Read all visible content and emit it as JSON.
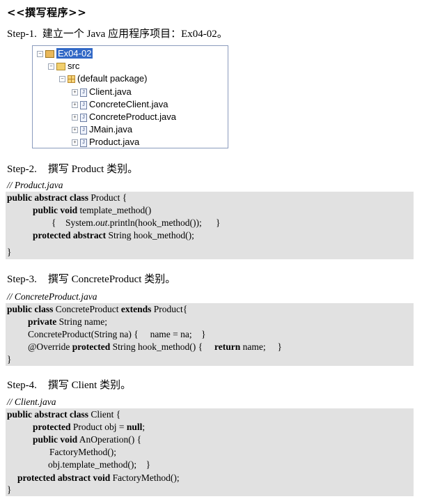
{
  "heading": "<<撰写程序>>",
  "step1": {
    "label": "Step-1.",
    "text": "建立一个 Java 应用程序项目：Ex04-02。"
  },
  "tree": {
    "project": "Ex04-02",
    "src": "src",
    "package": "(default package)",
    "files": [
      "Client.java",
      "ConcreteClient.java",
      "ConcreteProduct.java",
      "JMain.java",
      "Product.java"
    ]
  },
  "step2": {
    "label": "Step-2.",
    "text": "撰写 Product 类别。"
  },
  "step3": {
    "label": "Step-3.",
    "text": "撰写 ConcreteProduct 类别。"
  },
  "step4": {
    "label": "Step-4.",
    "text": "撰写 Client 类别。"
  },
  "code_product": {
    "title": "// Product.java",
    "lines": [
      {
        "kw": "public abstract class",
        "rest": " Product {"
      },
      {
        "kw": "public void",
        "rest": " template_method()"
      },
      {
        "a": "{    System.",
        "i": "out",
        "b": ".println(hook_method());      }"
      },
      {
        "kw": "protected abstract",
        "rest": " String hook_method();"
      },
      {
        "rest": "}"
      }
    ]
  },
  "code_concrete": {
    "title": "// ConcreteProduct.java",
    "lines": [
      {
        "kw": "public class",
        "mid": " ConcreteProduct ",
        "kw2": "extends",
        "rest": " Product{"
      },
      {
        "kw": "private",
        "rest": " String name;"
      },
      {
        "rest": "ConcreteProduct(String na) {     name = na;    }"
      },
      {
        "a": "@Override ",
        "kw": "protected",
        "mid": " String hook_method() {     ",
        "kw2": "return",
        "rest": " name;     }"
      },
      {
        "rest": "}"
      }
    ]
  },
  "code_client": {
    "title": "// Client.java",
    "lines": [
      {
        "kw": "public abstract class",
        "rest": " Client {"
      },
      {
        "kw": "protected",
        "mid": " Product obj = ",
        "kw2": "null",
        "rest": ";"
      },
      {
        "kw": "public void",
        "rest": " AnOperation() {"
      },
      {
        "rest": "FactoryMethod();"
      },
      {
        "rest": "obj.template_method();    }"
      },
      {
        "kw": "protected abstract void",
        "rest": " FactoryMethod();"
      },
      {
        "rest": "}"
      }
    ]
  }
}
